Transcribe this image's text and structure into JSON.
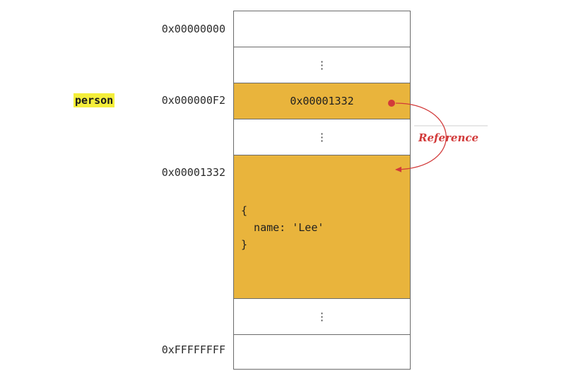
{
  "diagram": {
    "variable": "person",
    "addresses": {
      "first": "0x00000000",
      "person_slot": "0x000000F2",
      "object_start": "0x00001332",
      "last": "0xFFFFFFFF"
    },
    "person_cell_value": "0x00001332",
    "ellipsis": "⋮",
    "object_literal": "{\n  name: 'Lee'\n}",
    "reference_label": "Reference",
    "colors": {
      "memory_fill": "#e9b43c",
      "variable_highlight": "#f4ee3a",
      "reference": "#d23a3a",
      "cell_border": "#6b6b6b"
    }
  }
}
